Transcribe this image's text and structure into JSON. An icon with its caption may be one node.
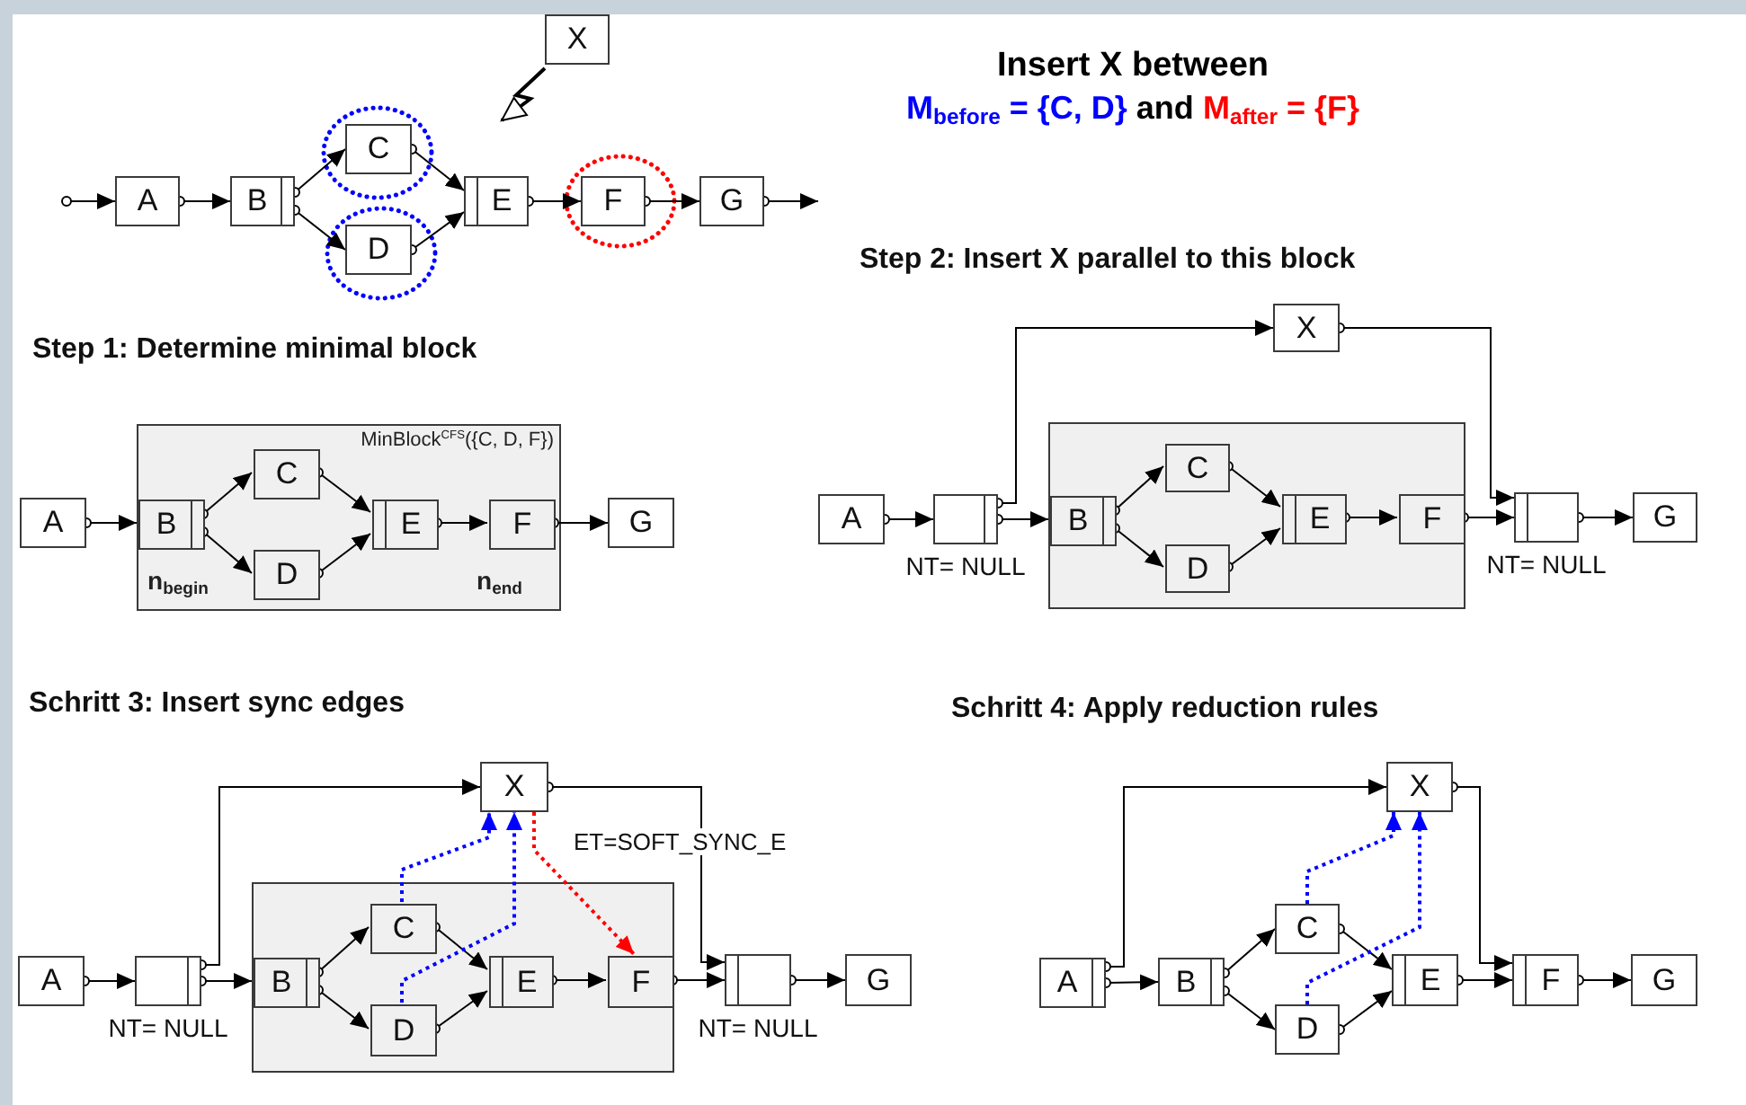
{
  "diagram": {
    "title": "Insert X between",
    "nodes": [
      {
        "text": [
          "A"
        ]
      },
      {
        "text": [
          "B"
        ]
      },
      {
        "text": [
          "C"
        ]
      },
      {
        "text": [
          "D"
        ]
      },
      {
        "text": [
          "E"
        ]
      },
      {
        "text": [
          "F"
        ]
      },
      {
        "text": [
          "G"
        ]
      },
      {
        "text": [
          "X"
        ]
      },
      {
        "text": [
          "MinBlock$^{CFS}$({C, D, F})",
          "n$_{begin}$",
          "n$_{end}$"
        ]
      },
      {
        "text": [
          "A"
        ]
      },
      {
        "text": [
          "B"
        ],
        "in": 8
      },
      {
        "text": [
          "C"
        ],
        "in": 8
      },
      {
        "text": [
          "D"
        ],
        "in": 8
      },
      {
        "text": [
          "E"
        ],
        "in": 8
      },
      {
        "text": [
          "F"
        ],
        "in": 8
      },
      {
        "text": [
          "G"
        ]
      },
      {
        "text": [],
        "shape": "box"
      },
      {
        "text": [
          "A"
        ]
      },
      {
        "text": [],
        "shape": "box",
        "beside": [
          "NT= NULL"
        ]
      },
      {
        "text": [
          "B"
        ],
        "in": 16
      },
      {
        "text": [
          "C"
        ],
        "in": 16
      },
      {
        "text": [
          "D"
        ],
        "in": 16
      },
      {
        "text": [
          "E"
        ],
        "in": 16
      },
      {
        "text": [
          "F"
        ],
        "in": 16
      },
      {
        "text": [],
        "shape": "box",
        "beside": [
          "NT= NULL"
        ]
      },
      {
        "text": [
          "G"
        ]
      },
      {
        "text": [
          "X"
        ]
      },
      {
        "text": [],
        "shape": "box"
      },
      {
        "text": [
          "A"
        ]
      },
      {
        "text": [],
        "shape": "box",
        "beside": [
          "NT= NULL"
        ]
      },
      {
        "text": [
          "B"
        ],
        "in": 27
      },
      {
        "text": [
          "C"
        ],
        "in": 27
      },
      {
        "text": [
          "D"
        ],
        "in": 27
      },
      {
        "text": [
          "E"
        ],
        "in": 27
      },
      {
        "text": [
          "F"
        ],
        "in": 27
      },
      {
        "text": [],
        "shape": "box",
        "beside": [
          "NT= NULL"
        ]
      },
      {
        "text": [
          "G"
        ]
      },
      {
        "text": [
          "X"
        ]
      },
      {
        "text": [
          "A"
        ]
      },
      {
        "text": [
          "B"
        ]
      },
      {
        "text": [
          "C"
        ]
      },
      {
        "text": [
          "D"
        ]
      },
      {
        "text": [
          "E"
        ]
      },
      {
        "text": [
          "F"
        ]
      },
      {
        "text": [
          "G"
        ]
      },
      {
        "text": [
          "X"
        ]
      }
    ],
    "edges": [
      {
        "from": null,
        "to": 0,
        "arrow": "to"
      },
      {
        "from": 0,
        "to": 1,
        "arrow": "to"
      },
      {
        "from": 1,
        "to": 2,
        "arrow": "to"
      },
      {
        "from": 1,
        "to": 3,
        "arrow": "to"
      },
      {
        "from": 2,
        "to": 4,
        "arrow": "to"
      },
      {
        "from": 3,
        "to": 4,
        "arrow": "to"
      },
      {
        "from": 4,
        "to": 5,
        "arrow": "to"
      },
      {
        "from": 5,
        "to": 6,
        "arrow": "to"
      },
      {
        "from": 6,
        "to": null,
        "arrow": "to"
      },
      {
        "from": 7,
        "to": null,
        "arrow": "to"
      },
      {
        "from": 9,
        "to": 10,
        "arrow": "to"
      },
      {
        "from": 10,
        "to": 11,
        "arrow": "to"
      },
      {
        "from": 10,
        "to": 12,
        "arrow": "to"
      },
      {
        "from": 11,
        "to": 13,
        "arrow": "to"
      },
      {
        "from": 12,
        "to": 13,
        "arrow": "to"
      },
      {
        "from": 13,
        "to": 14,
        "arrow": "to"
      },
      {
        "from": 14,
        "to": 15,
        "arrow": "to"
      },
      {
        "from": 17,
        "to": 18,
        "arrow": "to"
      },
      {
        "from": 18,
        "to": 26,
        "arrow": "to"
      },
      {
        "from": 18,
        "to": 19,
        "arrow": "to"
      },
      {
        "from": 19,
        "to": 20,
        "arrow": "to"
      },
      {
        "from": 19,
        "to": 21,
        "arrow": "to"
      },
      {
        "from": 20,
        "to": 22,
        "arrow": "to"
      },
      {
        "from": 21,
        "to": 22,
        "arrow": "to"
      },
      {
        "from": 22,
        "to": 23,
        "arrow": "to"
      },
      {
        "from": 23,
        "to": 24,
        "arrow": "to"
      },
      {
        "from": 26,
        "to": 24,
        "arrow": "to"
      },
      {
        "from": 24,
        "to": 25,
        "arrow": "to"
      },
      {
        "from": 28,
        "to": 29,
        "arrow": "to"
      },
      {
        "from": 29,
        "to": 37,
        "arrow": "to"
      },
      {
        "from": 29,
        "to": 30,
        "arrow": "to"
      },
      {
        "from": 30,
        "to": 31,
        "arrow": "to"
      },
      {
        "from": 30,
        "to": 32,
        "arrow": "to"
      },
      {
        "from": 31,
        "to": 33,
        "arrow": "to"
      },
      {
        "from": 32,
        "to": 33,
        "arrow": "to"
      },
      {
        "from": 33,
        "to": 34,
        "arrow": "to"
      },
      {
        "from": 34,
        "to": 35,
        "arrow": "to"
      },
      {
        "from": 37,
        "to": 35,
        "arrow": "to"
      },
      {
        "from": 35,
        "to": 36,
        "arrow": "to"
      },
      {
        "from": 31,
        "to": 37,
        "arrow": "to",
        "style": "dashed",
        "color": "#0000ff"
      },
      {
        "from": 32,
        "to": 37,
        "arrow": "to",
        "style": "dashed",
        "color": "#0000ff"
      },
      {
        "from": 37,
        "to": 34,
        "arrow": "to",
        "style": "dashed",
        "color": "#ff0000",
        "label": "ET=SOFT_SYNC_E"
      },
      {
        "from": 38,
        "to": 45,
        "arrow": "to"
      },
      {
        "from": 38,
        "to": 39,
        "arrow": "to"
      },
      {
        "from": 39,
        "to": 40,
        "arrow": "to"
      },
      {
        "from": 39,
        "to": 41,
        "arrow": "to"
      },
      {
        "from": 40,
        "to": 42,
        "arrow": "to"
      },
      {
        "from": 41,
        "to": 42,
        "arrow": "to"
      },
      {
        "from": 42,
        "to": 43,
        "arrow": "to"
      },
      {
        "from": 45,
        "to": 43,
        "arrow": "to"
      },
      {
        "from": 43,
        "to": 44,
        "arrow": "to"
      },
      {
        "from": 40,
        "to": 45,
        "arrow": "to",
        "style": "dashed",
        "color": "#0000ff"
      },
      {
        "from": 41,
        "to": 45,
        "arrow": "to",
        "style": "dashed",
        "color": "#0000ff"
      }
    ],
    "labels": [
      "M$_{before}$ = {C, D}",
      "and",
      "M$_{after}$ = {F}",
      "Step 2: Insert X parallel to this block",
      "Step 1: Determine minimal block",
      "Schritt 3: Insert sync edges",
      "Schritt 4: Apply reduction rules"
    ]
  }
}
